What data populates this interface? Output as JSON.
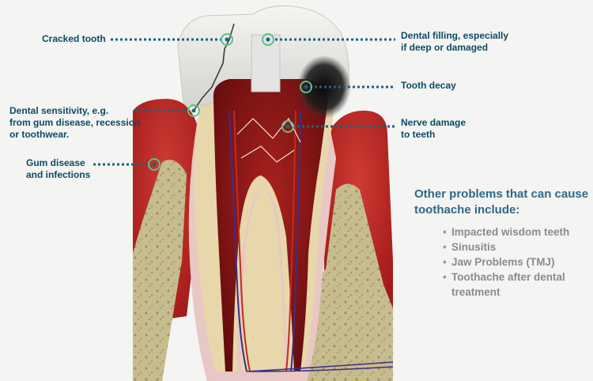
{
  "callouts": {
    "cracked_tooth": "Cracked tooth",
    "dental_sensitivity": "Dental sensitivity, e.g.\nfrom gum disease, recession\nor toothwear.",
    "gum_disease": "Gum disease\nand infections",
    "dental_filling": "Dental filling, especially\nif deep or damaged",
    "tooth_decay": "Tooth decay",
    "nerve_damage": "Nerve damage\nto teeth"
  },
  "other_problems": {
    "heading": "Other problems that can cause\ntoothache include:",
    "items": [
      "Impacted wisdom teeth",
      "Sinusitis",
      "Jaw Problems (TMJ)",
      "Toothache after dental\ntreatment"
    ]
  },
  "colors": {
    "label_text": "#0c4b63",
    "leader_line": "#1a6478",
    "marker_ring": "#5fbf86",
    "heading_text": "#2e6986",
    "list_text": "#8b8b8b",
    "gum": "#b3221e",
    "dentin": "#e7d7ab",
    "bone": "#c3b98c",
    "pulp": "#7d1012"
  }
}
